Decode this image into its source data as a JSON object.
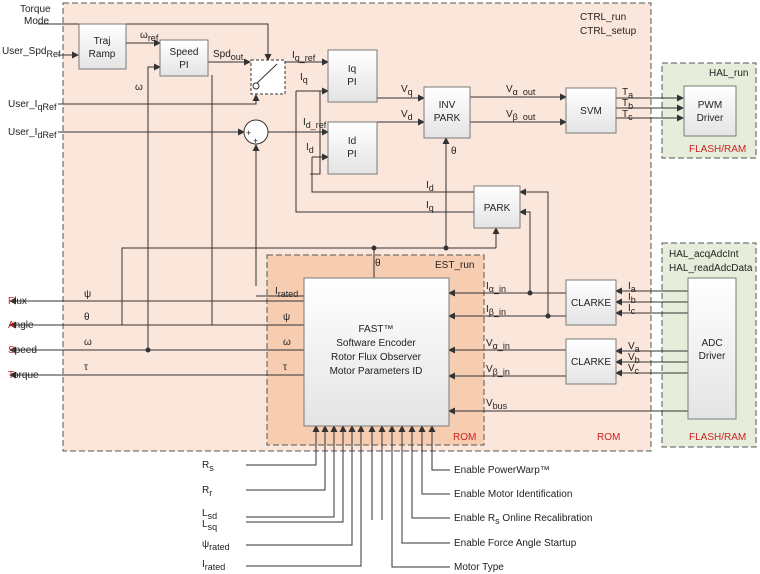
{
  "colors": {
    "ctrl_bg": "#fbe6dc",
    "rom_bg": "#f6cdb0",
    "hal_bg": "#e6eedb",
    "red": "#cc1f1f",
    "block_border": "#7a7a7a"
  },
  "regions": {
    "ctrl_run": "CTRL_run",
    "ctrl_setup": "CTRL_setup",
    "est_run": "EST_run",
    "rom_inner": "ROM",
    "rom_outer": "ROM",
    "hal_run": "HAL_run",
    "hal_acq": "HAL_acqAdcInt",
    "hal_read": "HAL_readAdcData",
    "flash_ram_1": "FLASH/RAM",
    "flash_ram_2": "FLASH/RAM"
  },
  "blocks": {
    "traj_l1": "Traj",
    "traj_l2": "Ramp",
    "speed_l1": "Speed",
    "speed_l2": "PI",
    "iq_l1": "Iq",
    "iq_l2": "PI",
    "id_l1": "Id",
    "id_l2": "PI",
    "invpark_l1": "INV",
    "invpark_l2": "PARK",
    "park": "PARK",
    "svm": "SVM",
    "pwm_l1": "PWM",
    "pwm_l2": "Driver",
    "clarke1": "CLARKE",
    "clarke2": "CLARKE",
    "adc_l1": "ADC",
    "adc_l2": "Driver",
    "fast_l1": "FAST™",
    "fast_l2": "Software Encoder",
    "fast_l3": "Rotor Flux Observer",
    "fast_l4": "Motor Parameters ID"
  },
  "inputs": {
    "torque_mode_l1": "Torque",
    "torque_mode_l2": "Mode",
    "user_spd": "User_Spd",
    "user_spd_sub": "Ref",
    "user_iq": "User_I",
    "user_iq_sub": "qRef",
    "user_id": "User_I",
    "user_id_sub": "dRef"
  },
  "signals": {
    "omega_ref": "ω",
    "omega_ref_sub": "ref",
    "spd_out": "Spd",
    "spd_out_sub": "out",
    "iq_ref": "I",
    "iq_ref_sub": "q_ref",
    "iq": "I",
    "iq_sub": "q",
    "id_ref": "I",
    "id_ref_sub": "d_ref",
    "id": "I",
    "id_sub": "d",
    "vq": "V",
    "vq_sub": "q",
    "vd": "V",
    "vd_sub": "d",
    "valpha_out": "V",
    "valpha_out_sub": "α_out",
    "vbeta_out": "V",
    "vbeta_out_sub": "β_out",
    "ta": "T",
    "ta_sub": "a",
    "tb": "T",
    "tb_sub": "b",
    "tc": "T",
    "tc_sub": "c",
    "ia": "I",
    "ia_sub": "a",
    "ib": "I",
    "ib_sub": "b",
    "ic": "I",
    "ic_sub": "c",
    "va": "V",
    "va_sub": "a",
    "vb": "V",
    "vb_sub": "b",
    "vc": "V",
    "vc_sub": "c",
    "ialpha_in": "I",
    "ialpha_in_sub": "α_in",
    "ibeta_in": "I",
    "ibeta_in_sub": "β_in",
    "valpha_in": "V",
    "valpha_in_sub": "α_in",
    "vbeta_in": "V",
    "vbeta_in_sub": "β_in",
    "vbus": "V",
    "vbus_sub": "bus",
    "irated": "I",
    "irated_sub": "rated",
    "theta": "θ",
    "psi": "ψ",
    "omega": "ω",
    "tau": "τ"
  },
  "outputs": {
    "flux_first": "F",
    "flux_rest": "lux",
    "angle_first": "A",
    "angle_rest": "ngle",
    "speed_first": "S",
    "speed_rest": "peed",
    "torque_first": "T",
    "torque_rest": "orque"
  },
  "params": {
    "rs": "R",
    "rs_sub": "s",
    "rr": "R",
    "rr_sub": "r",
    "lsd": "L",
    "lsd_sub": "sd",
    "lsq": "L",
    "lsq_sub": "sq",
    "psi_rated": "ψ",
    "psi_rated_sub": "rated",
    "i_rated": "I",
    "i_rated_sub": "rated"
  },
  "enables": {
    "powerwarp": "Enable PowerWarp™",
    "motor_id": "Enable Motor Identification",
    "rs_recal_pre": "Enable R",
    "rs_recal_sub": "s",
    "rs_recal_post": " Online Recalibration",
    "force_angle": "Enable Force Angle Startup",
    "motor_type": "Motor Type"
  }
}
